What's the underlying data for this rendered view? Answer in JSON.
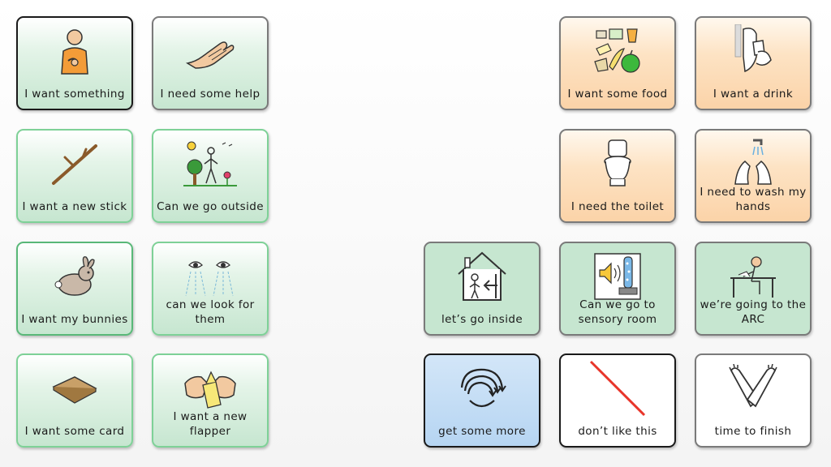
{
  "cells": {
    "want_something": {
      "label": "I want something",
      "icon": "person-pointing-self-icon"
    },
    "need_help": {
      "label": "I need some help",
      "icon": "helping-hand-icon"
    },
    "want_food": {
      "label": "I want some food",
      "icon": "food-icon"
    },
    "want_drink": {
      "label": "I want a drink",
      "icon": "drink-icon"
    },
    "want_stick": {
      "label": "I want a new stick",
      "icon": "stick-icon"
    },
    "go_outside": {
      "label": "Can we go outside",
      "icon": "outside-icon"
    },
    "need_toilet": {
      "label": "I need the toilet",
      "icon": "toilet-icon"
    },
    "wash_hands": {
      "label": "I need to wash my hands",
      "icon": "wash-hands-icon"
    },
    "want_bunnies": {
      "label": "I want my bunnies",
      "icon": "rabbit-icon"
    },
    "look_for_them": {
      "label": "can we look for them",
      "icon": "eyes-looking-icon"
    },
    "go_inside": {
      "label": "let’s go inside",
      "icon": "house-enter-icon"
    },
    "sensory_room": {
      "label": "Can we go to sensory room",
      "icon": "sensory-room-icon"
    },
    "going_arc": {
      "label": "we’re going to the ARC",
      "icon": "person-at-desk-icon"
    },
    "want_card": {
      "label": "I want some card",
      "icon": "card-icon"
    },
    "want_flapper": {
      "label": "I want a new flapper",
      "icon": "flapper-icon"
    },
    "more": {
      "label": "get some more",
      "icon": "more-icon"
    },
    "dont_like": {
      "label": "don’t like this",
      "icon": "dont-like-icon"
    },
    "finish": {
      "label": "time to finish",
      "icon": "crossed-arms-finish-icon"
    }
  }
}
